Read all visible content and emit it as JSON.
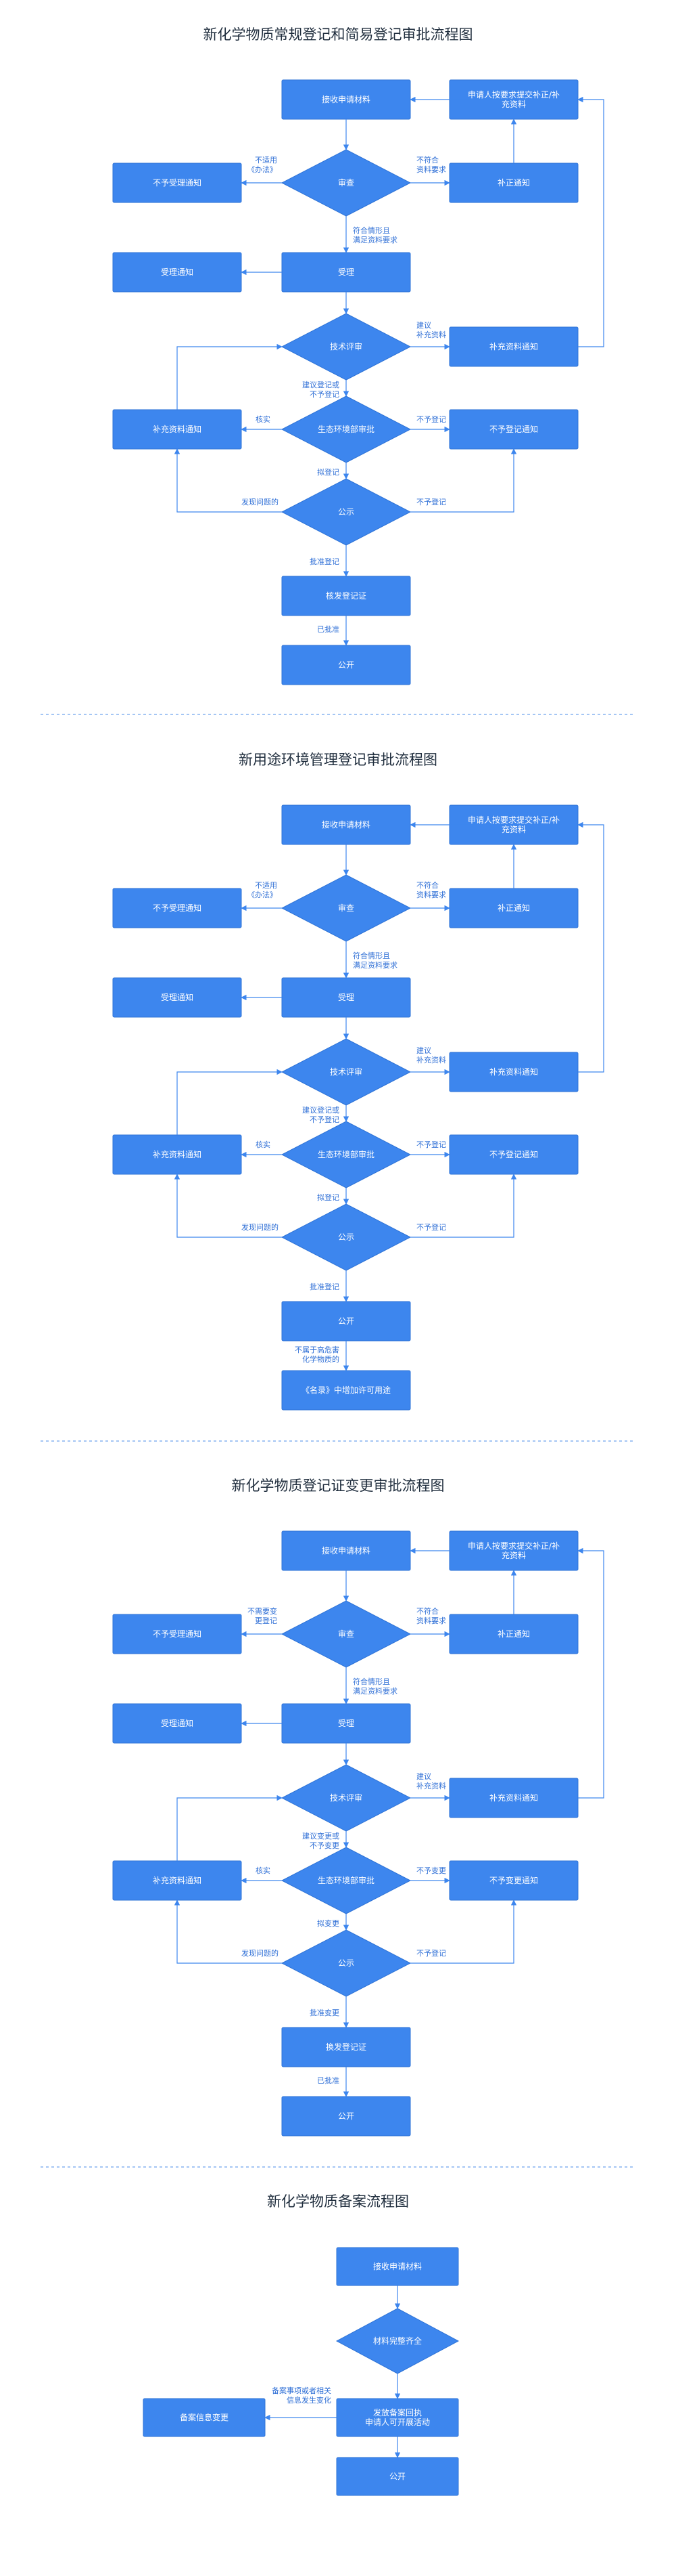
{
  "colors": {
    "node_fill": "#3D86EE",
    "node_stroke": "#2E73D6",
    "edge": "#3D86EE",
    "edge_text": "#2F6FD6",
    "title": "#1f2d3d",
    "divider": "#6FA3EE"
  },
  "flowcharts": [
    {
      "title": "新化学物质常规登记和简易登记审批流程图",
      "nodes": {
        "receive": "接收申请材料",
        "supplement_note": [
          "申请人按要求提交补正/补",
          "充资料"
        ],
        "review": "审查",
        "reject1": "不予受理通知",
        "correction": "补正通知",
        "accept": "受理通知",
        "process": "受理",
        "tech": "技术评审",
        "supp_material": "补充资料通知",
        "eco": "生态环境部审批",
        "supp_left": "补充资料通知",
        "no_register": "不予登记通知",
        "publicity": "公示",
        "issue": "核发登记证",
        "public": "公开"
      },
      "labels": {
        "not_applicable": [
          "不适用",
          "《办法》"
        ],
        "not_meet": [
          "不符合",
          "资料要求"
        ],
        "meet": [
          "符合情形且",
          "满足资料要求"
        ],
        "suggest_supp": [
          "建议",
          "补充资料"
        ],
        "suggest_reg": [
          "建议登记或",
          "不予登记"
        ],
        "verify": "核实",
        "not_reg": "不予登记",
        "approve_reg": "拟登记",
        "problem": "发现问题的",
        "not_reg2": "不予登记",
        "approve_reg2": "批准登记",
        "approved": "已批准"
      }
    },
    {
      "title": "新用途环境管理登记审批流程图",
      "nodes": {
        "receive": "接收申请材料",
        "supplement_note": [
          "申请人按要求提交补正/补",
          "充资料"
        ],
        "review": "审查",
        "reject1": "不予受理通知",
        "correction": "补正通知",
        "accept": "受理通知",
        "process": "受理",
        "tech": "技术评审",
        "supp_material": "补充资料通知",
        "eco": "生态环境部审批",
        "supp_left": "补充资料通知",
        "no_register": "不予登记通知",
        "publicity": "公示",
        "issue": "公开",
        "public": "《名录》中增加许可用途"
      },
      "labels": {
        "not_applicable": [
          "不适用",
          "《办法》"
        ],
        "not_meet": [
          "不符合",
          "资料要求"
        ],
        "meet": [
          "符合情形且",
          "满足资料要求"
        ],
        "suggest_supp": [
          "建议",
          "补充资料"
        ],
        "suggest_reg": [
          "建议登记或",
          "不予登记"
        ],
        "verify": "核实",
        "not_reg": "不予登记",
        "approve_reg": "拟登记",
        "problem": "发现问题的",
        "not_reg2": "不予登记",
        "approve_reg2": "批准登记",
        "approved": [
          "不属于高危害",
          "化学物质的"
        ]
      }
    },
    {
      "title": "新化学物质登记证变更审批流程图",
      "nodes": {
        "receive": "接收申请材料",
        "supplement_note": [
          "申请人按要求提交补正/补",
          "充资料"
        ],
        "review": "审查",
        "reject1": "不予受理通知",
        "correction": "补正通知",
        "accept": "受理通知",
        "process": "受理",
        "tech": "技术评审",
        "supp_material": "补充资料通知",
        "eco": "生态环境部审批",
        "supp_left": "补充资料通知",
        "no_register": "不予变更通知",
        "publicity": "公示",
        "issue": "换发登记证",
        "public": "公开"
      },
      "labels": {
        "not_applicable": [
          "不需要变",
          "更登记"
        ],
        "not_meet": [
          "不符合",
          "资料要求"
        ],
        "meet": [
          "符合情形且",
          "满足资料要求"
        ],
        "suggest_supp": [
          "建议",
          "补充资料"
        ],
        "suggest_reg": [
          "建议变更或",
          "不予变更"
        ],
        "verify": "核实",
        "not_reg": "不予变更",
        "approve_reg": "拟变更",
        "problem": "发现问题的",
        "not_reg2": "不予登记",
        "approve_reg2": "批准变更",
        "approved": "已批准"
      }
    }
  ],
  "filing": {
    "title": "新化学物质备案流程图",
    "nodes": {
      "receive": "接收申请材料",
      "complete": "材料完整齐全",
      "issue": [
        "发放备案回执",
        "申请人可开展活动"
      ],
      "change": "备案信息变更",
      "public": "公开"
    },
    "labels": {
      "change_cond": [
        "备案事项或者相关",
        "信息发生变化"
      ]
    }
  }
}
